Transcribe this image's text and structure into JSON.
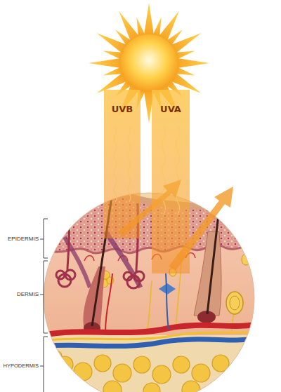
{
  "diagram": {
    "nodes": [
      {
        "text": [
          "UVB"
        ]
      },
      {
        "text": [
          "UVA"
        ]
      }
    ],
    "labels": [
      "EPIDERMIS",
      "DERMIS",
      "HYPODERMIS"
    ]
  }
}
